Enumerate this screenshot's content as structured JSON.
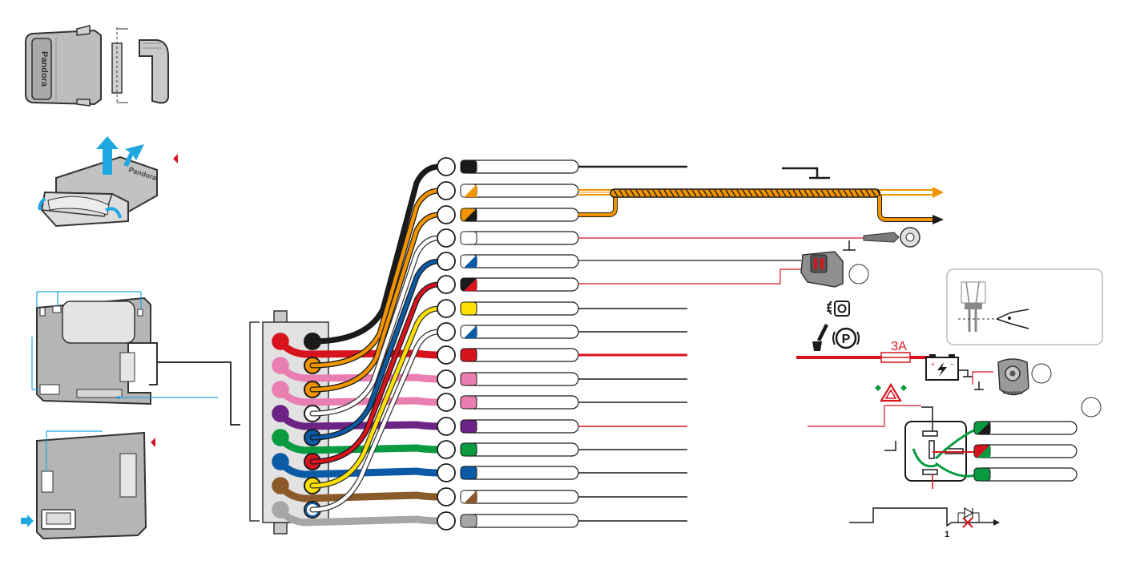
{
  "brand": {
    "logo_text": "Pandora"
  },
  "labels": {
    "fuse_rating": "3A",
    "relay_pin": "1"
  },
  "icons": {
    "arrow_marker_1": "red-triangle-marker",
    "arrow_marker_2": "red-triangle-marker",
    "ground_symbol": "ground-icon",
    "battery": "battery-icon",
    "fuse": "fuse-icon",
    "low_beam": "headlight-icon",
    "parking_brake": "parking-brake-icon",
    "hand_brake": "hand-brake-lever-icon",
    "hazard": "hazard-lights-icon",
    "diode": "diode-icon",
    "cutters": "wire-cutter-icon",
    "service_button": "service-button-icon",
    "siren": "siren-icon",
    "ring_terminal": "ring-terminal-icon"
  },
  "colors": {
    "black": "#1a1a1a",
    "orange": "#f29400",
    "white": "#ffffff",
    "blue": "#0b5aa6",
    "red": "#d7141e",
    "yellow": "#ffe100",
    "pink": "#e97fb0",
    "violet": "#6b2384",
    "green": "#0a9a40",
    "brown": "#8b5a2b",
    "grey": "#a6a6a6",
    "accent_blue": "#1ea7e1"
  }
}
